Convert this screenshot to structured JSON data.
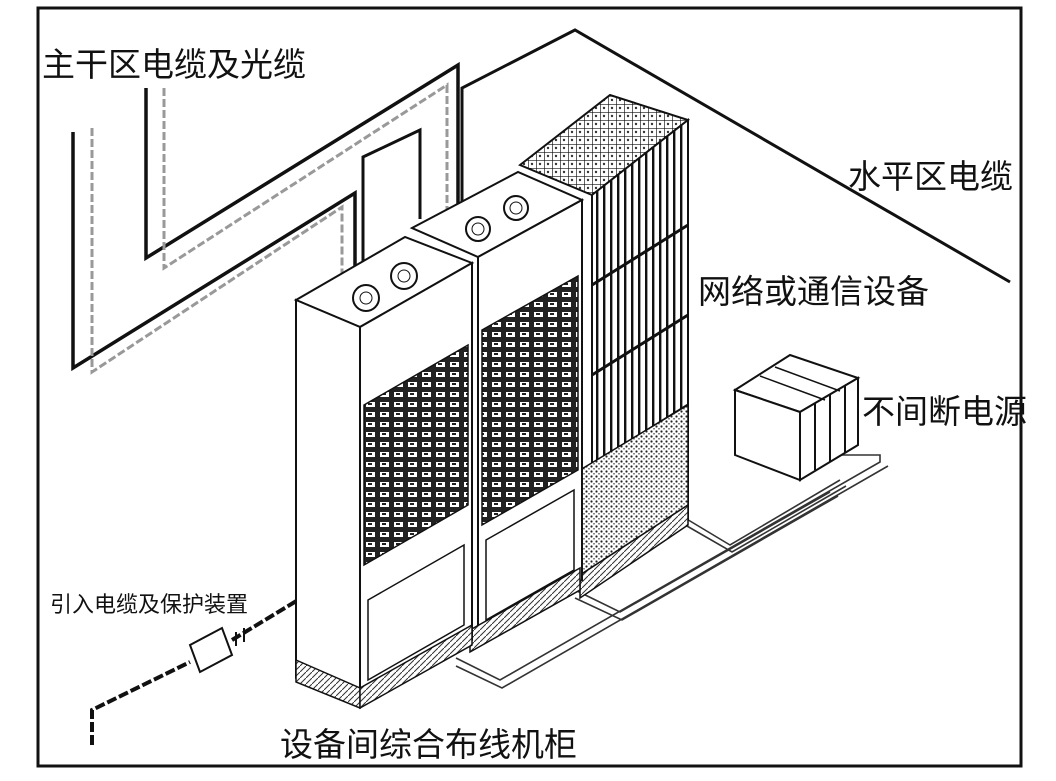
{
  "labels": {
    "backbone_cables": "主干区电缆及光缆",
    "horizontal_cable": "水平区电缆",
    "network_equipment": "网络或通信设备",
    "ups": "不间断电源",
    "entrance_cable": "引入电缆及保护装置",
    "cabinet": "设备间综合布线机柜"
  },
  "colors": {
    "frame": "#111111",
    "line": "#111111",
    "gray_cable": "#9a9a9a",
    "background": "#ffffff"
  }
}
